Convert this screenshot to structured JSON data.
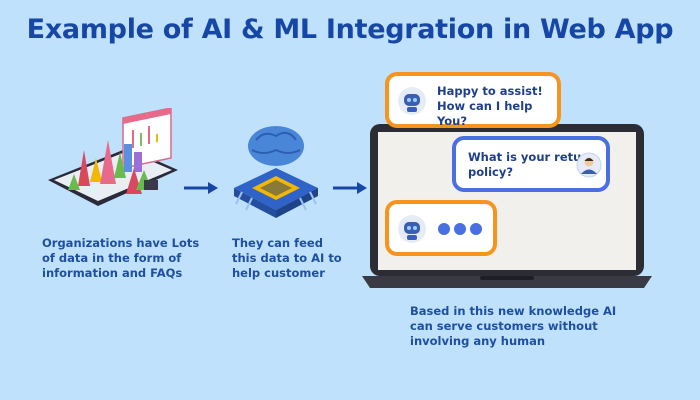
{
  "title": "Example of AI & ML Integration in Web App",
  "captions": {
    "data": "Organizations have Lots\nof data in the form of\ninformation and FAQs",
    "feed": "They can feed\nthis data to AI to\nhelp customer",
    "result": "Based in this new knowledge AI\ncan serve customers without\ninvolving any human"
  },
  "chat": {
    "bot_greeting": "Happy to assist!\nHow can I help You?",
    "user_question": "What is your return\npolicy?"
  },
  "icons": {
    "data_device": "analytics-tablet-icon",
    "ai_chip": "ai-brain-chip-icon",
    "arrow": "right-arrow-icon",
    "bot": "robot-avatar-icon",
    "user": "user-avatar-icon"
  },
  "colors": {
    "background": "#bfe1fb",
    "title": "#1747a6",
    "bot_bubble_border": "#f7941d",
    "user_bubble_border": "#4a6fe0"
  }
}
